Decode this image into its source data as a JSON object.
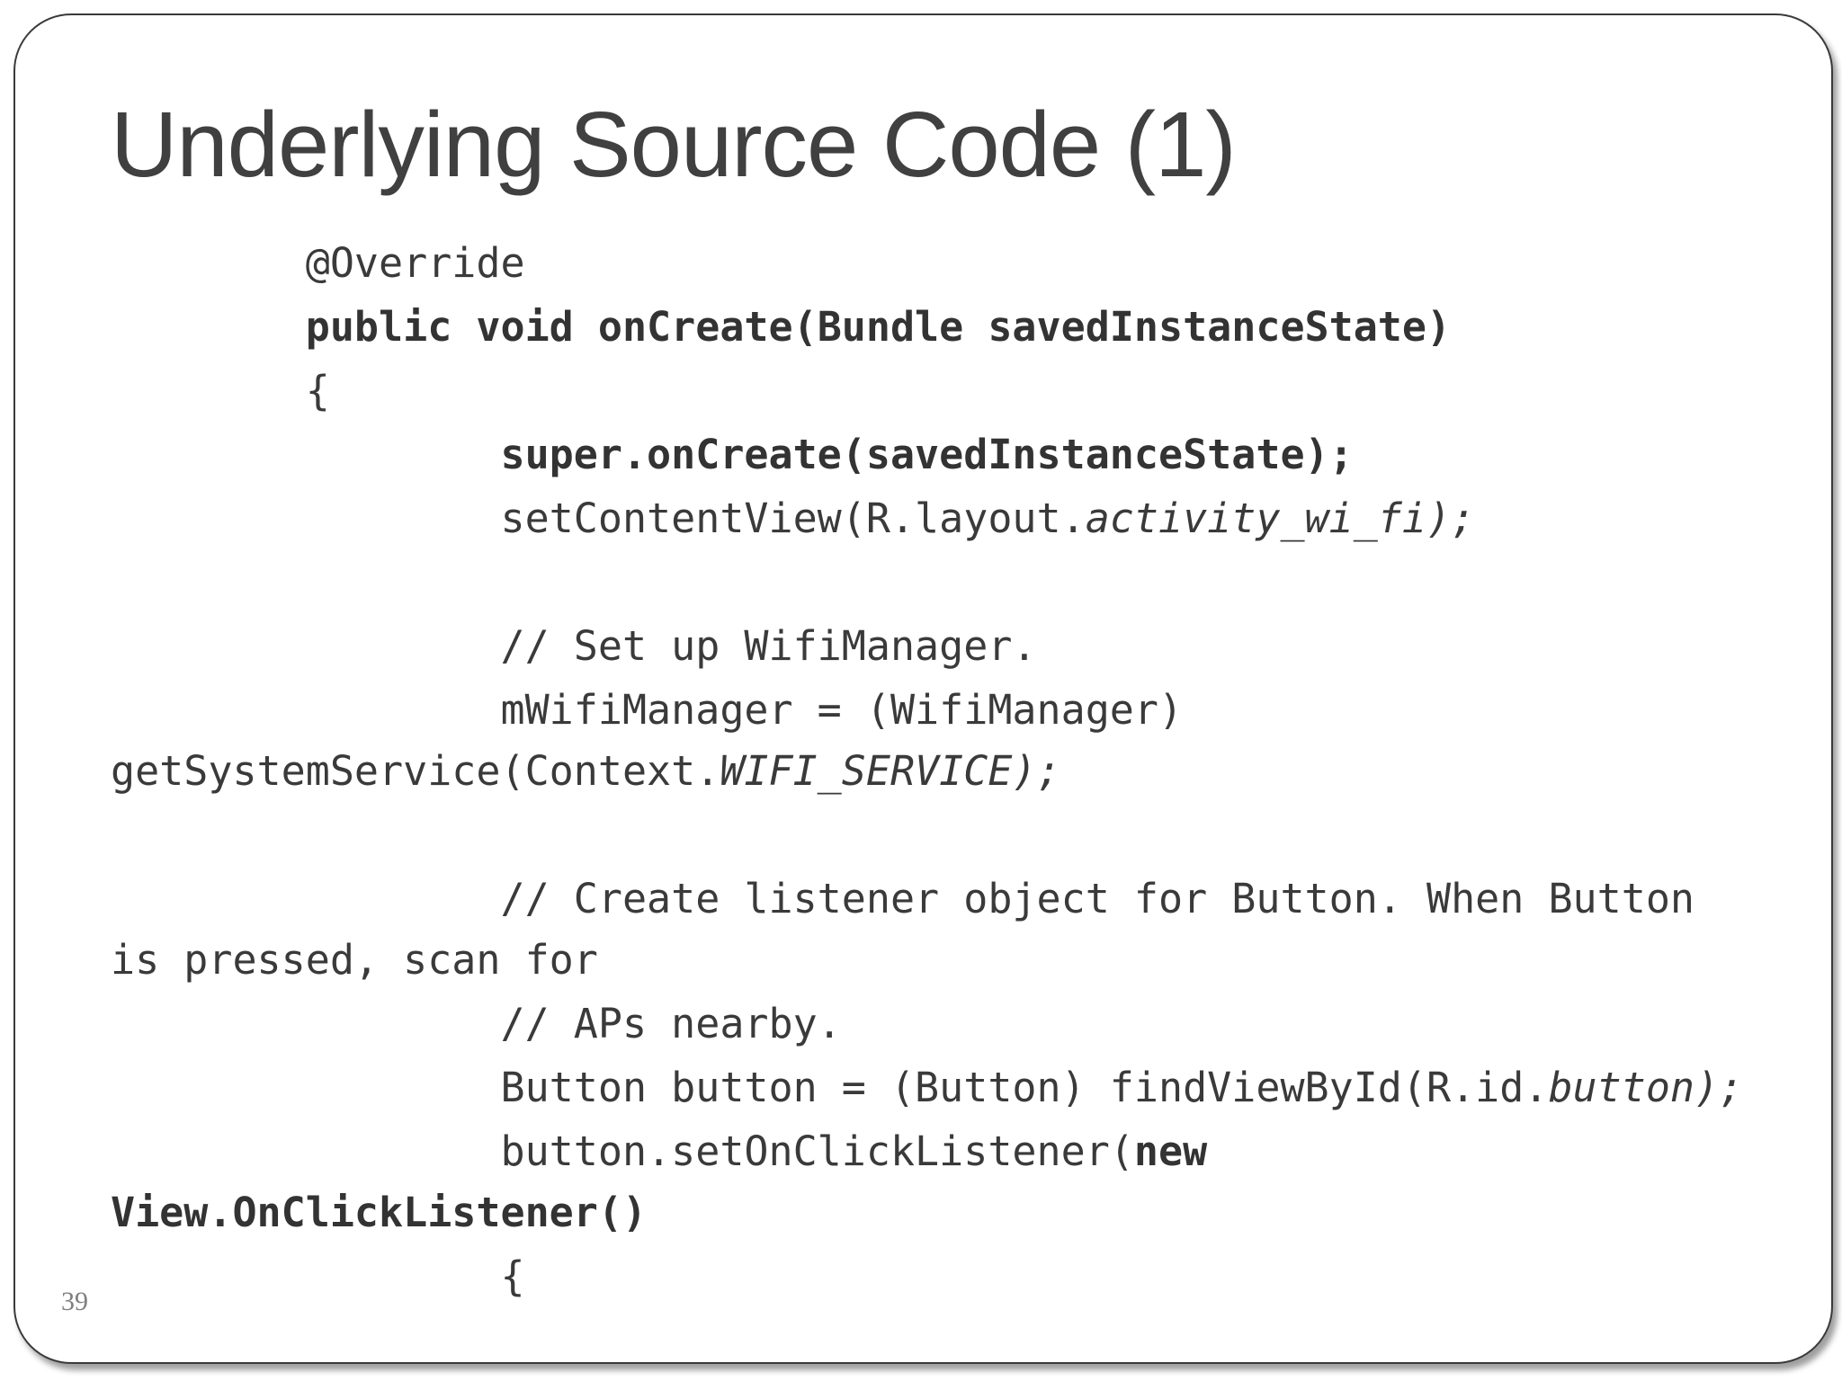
{
  "slide": {
    "title": "Underlying Source Code (1)",
    "page_number": "39"
  },
  "code": {
    "l1": "@Override",
    "l2_a": "public void onCreate(Bundle savedInstanceState)",
    "l3": "{",
    "l4": "super.onCreate(savedInstanceState);",
    "l5_a": "setContentView(R.layout.",
    "l5_b": "activity_wi_fi);",
    "l7": "// Set up WifiManager.",
    "l8": "mWifiManager = (WifiManager)",
    "l9_a": "getSystemService(Context.",
    "l9_b": "WIFI_SERVICE);",
    "l11": "// Create listener object for Button. When Button",
    "l12": "is pressed, scan for",
    "l13": "// APs nearby.",
    "l14_a": "Button button = (Button) findViewById(R.id.",
    "l14_b": "button);",
    "l15_a": "button.setOnClickListener(",
    "l15_b": "new",
    "l16": "View.OnClickListener()",
    "l17": "{"
  }
}
